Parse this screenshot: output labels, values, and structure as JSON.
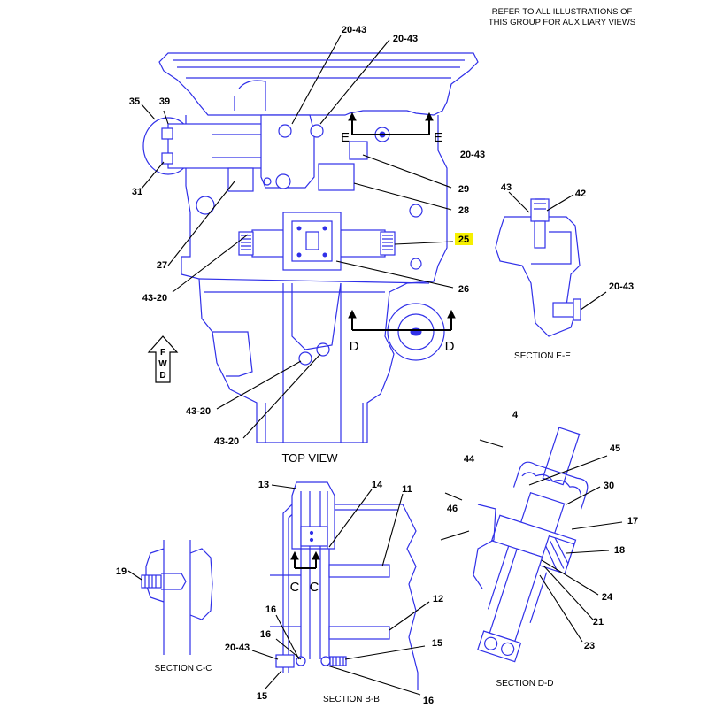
{
  "header": {
    "note_line1": "REFER TO ALL ILLUSTRATIONS OF",
    "note_line2": "THIS GROUP FOR AUXILIARY VIEWS"
  },
  "views": {
    "top_view": "TOP VIEW",
    "section_ee": "SECTION E-E",
    "section_cc": "SECTION C-C",
    "section_bb": "SECTION B-B",
    "section_dd": "SECTION D-D"
  },
  "fwd": [
    "F",
    "W",
    "D"
  ],
  "section_letters": {
    "e": "E",
    "d": "D",
    "c": "C"
  },
  "callouts": {
    "c20_43_a": "20-43",
    "c20_43_b": "20-43",
    "c20_43_c": "20-43",
    "c20_43_d": "20-43",
    "c20_43_e": "20-43",
    "c35": "35",
    "c39": "39",
    "c31": "31",
    "c29": "29",
    "c28": "28",
    "c27": "27",
    "c25": "25",
    "c26": "26",
    "c43_20_a": "43-20",
    "c43_20_b": "43-20",
    "c43_20_c": "43-20",
    "c43": "43",
    "c42": "42",
    "c4": "4",
    "c44": "44",
    "c45": "45",
    "c30": "30",
    "c46": "46",
    "c17": "17",
    "c18": "18",
    "c24": "24",
    "c21": "21",
    "c23": "23",
    "c13": "13",
    "c14": "14",
    "c11": "11",
    "c12": "12",
    "c19": "19",
    "c16_a": "16",
    "c16_b": "16",
    "c16_c": "16",
    "c15_a": "15",
    "c15_b": "15"
  },
  "highlight_color": "#f6f000",
  "line_color": "#3030e8"
}
